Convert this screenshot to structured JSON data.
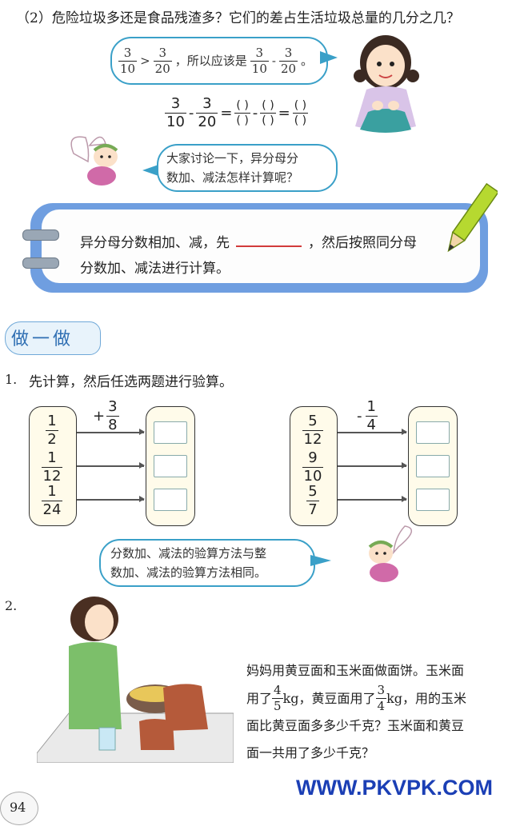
{
  "q2": {
    "text": "（2）危险垃圾多还是食品残渣多？它们的差占生活垃圾总量的几分之几？"
  },
  "girl_bubble": {
    "f1_n": "3",
    "f1_d": "10",
    "gt": ">",
    "f2_n": "3",
    "f2_d": "20",
    "mid": "，所以应该是",
    "f3_n": "3",
    "f3_d": "10",
    "minus": "-",
    "f4_n": "3",
    "f4_d": "20",
    "end": "。"
  },
  "equation": {
    "a_n": "3",
    "a_d": "10",
    "b_n": "3",
    "b_d": "20",
    "blank": "( )",
    "minus": "-",
    "eq": "="
  },
  "angel_bubble": {
    "line1": "大家讨论一下，异分母分",
    "line2": "数加、减法怎样计算呢？"
  },
  "rule_card": {
    "line1_pre": "异分母分数相加、减，先",
    "line1_post": "，然后按照同分母",
    "line2": "分数加、减法进行计算。"
  },
  "section": {
    "title": "做一做"
  },
  "ex1": {
    "num": "1.",
    "text": "先计算，然后任选两题进行验算。",
    "left": {
      "op": "+",
      "op_n": "3",
      "op_d": "8",
      "fractions": [
        {
          "n": "1",
          "d": "2"
        },
        {
          "n": "1",
          "d": "12"
        },
        {
          "n": "1",
          "d": "24"
        }
      ]
    },
    "right": {
      "op": "-",
      "op_n": "1",
      "op_d": "4",
      "fractions": [
        {
          "n": "5",
          "d": "12"
        },
        {
          "n": "9",
          "d": "10"
        },
        {
          "n": "5",
          "d": "7"
        }
      ]
    }
  },
  "tip_bubble": {
    "line1": "分数加、减法的验算方法与整",
    "line2": "数加、减法的验算方法相同。"
  },
  "ex2": {
    "num": "2.",
    "line1": "妈妈用黄豆面和玉米面做面饼。玉米面",
    "line2_a": "用了",
    "line2_f1_n": "4",
    "line2_f1_d": "5",
    "line2_b": "kg，黄豆面用了",
    "line2_f2_n": "3",
    "line2_f2_d": "4",
    "line2_c": "kg，用的玉米",
    "line3": "面比黄豆面多多少千克？玉米面和黄豆",
    "line4": "面一共用了多少千克？"
  },
  "page_number": "94",
  "watermark": "WWW.PKVPK.COM",
  "colors": {
    "bubble_border": "#3aa0c8",
    "card_border": "#6f9ee0",
    "card_bg": "#fdfdfd",
    "blank_line": "#d23b3b",
    "watermark": "#1b3fb5",
    "section_bg": "#e8f3fb"
  }
}
